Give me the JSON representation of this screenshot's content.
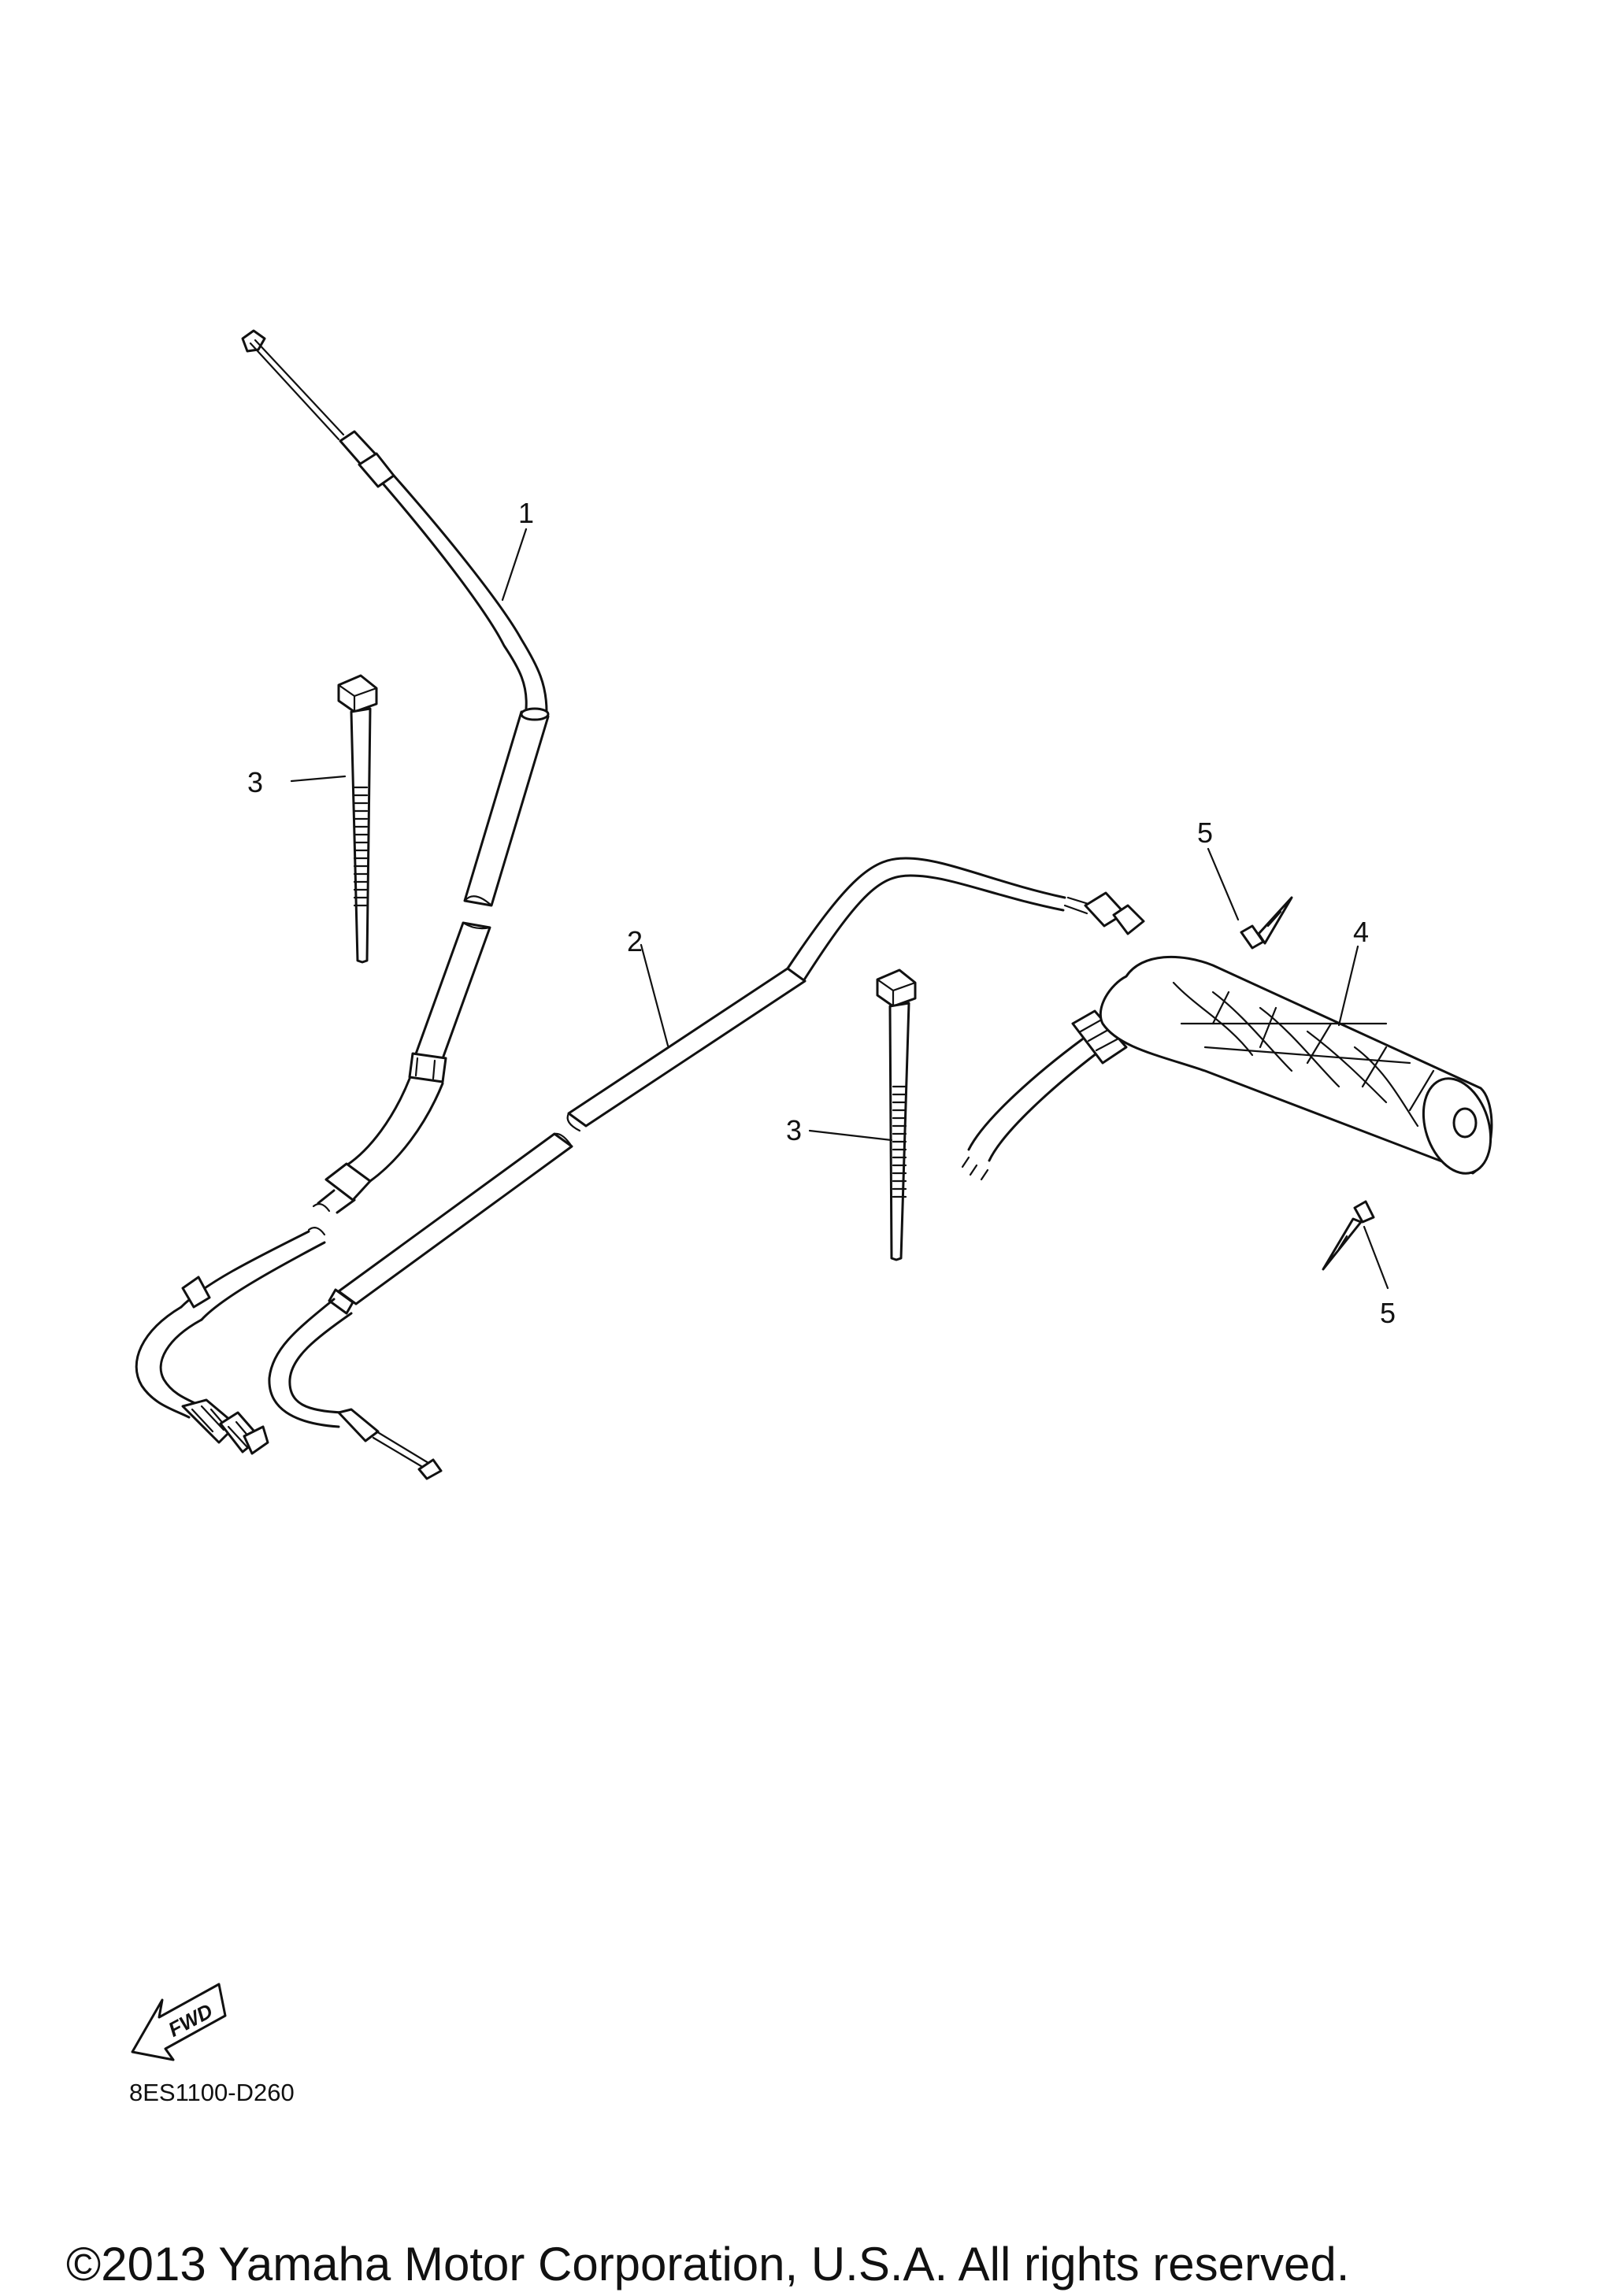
{
  "callouts": {
    "c1": "1",
    "c2": "2",
    "c3a": "3",
    "c3b": "3",
    "c4": "4",
    "c5a": "5",
    "c5b": "5"
  },
  "fwd_label": "FWD",
  "drawing_code": "8ES1100-D260",
  "copyright": "©2013 Yamaha Motor Corporation, U.S.A. All rights reserved.",
  "icons": [
    "forward-arrow-icon"
  ]
}
